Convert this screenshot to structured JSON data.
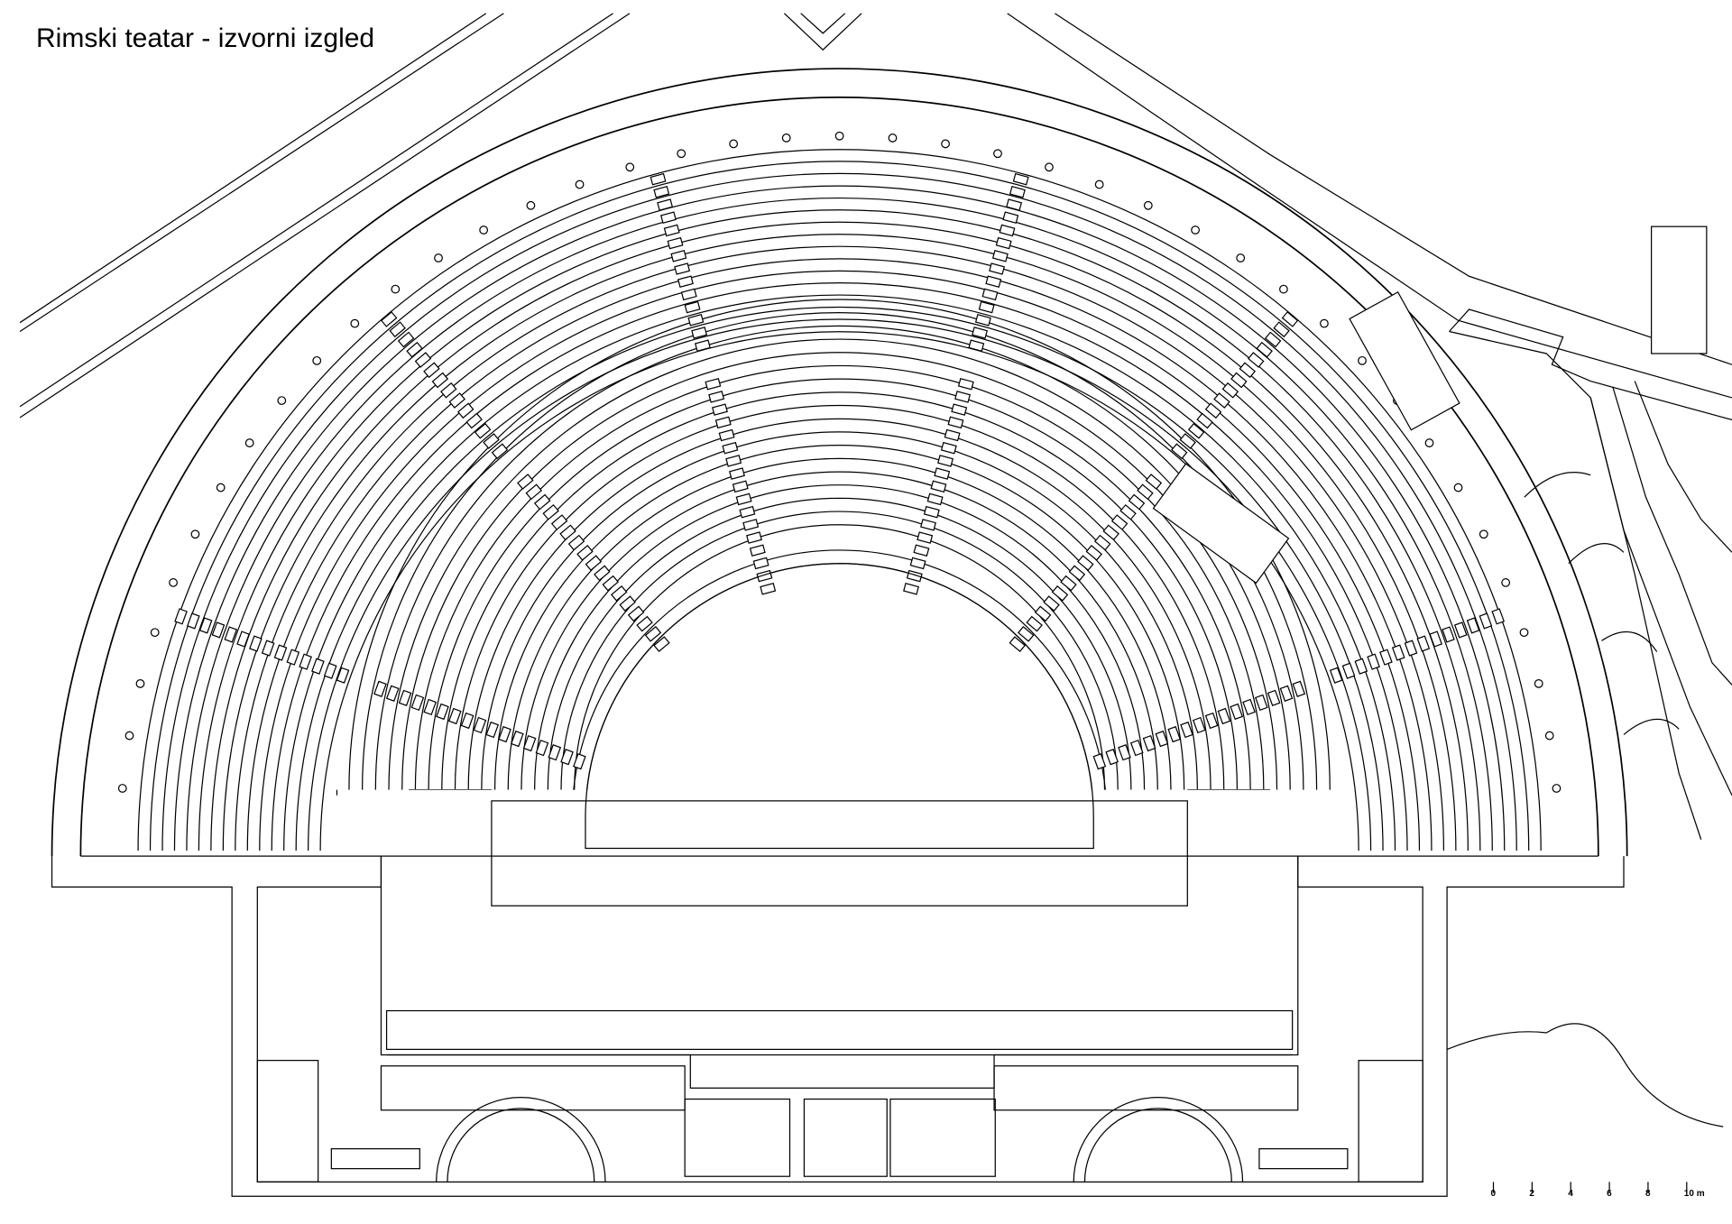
{
  "title": "Rimski teatar - izvorni izgled",
  "scale_bar": {
    "labels": [
      "0",
      "2",
      "4",
      "6",
      "8",
      "10 m"
    ],
    "unit": "m"
  },
  "colors": {
    "line": "#000000",
    "background": "#ffffff"
  }
}
